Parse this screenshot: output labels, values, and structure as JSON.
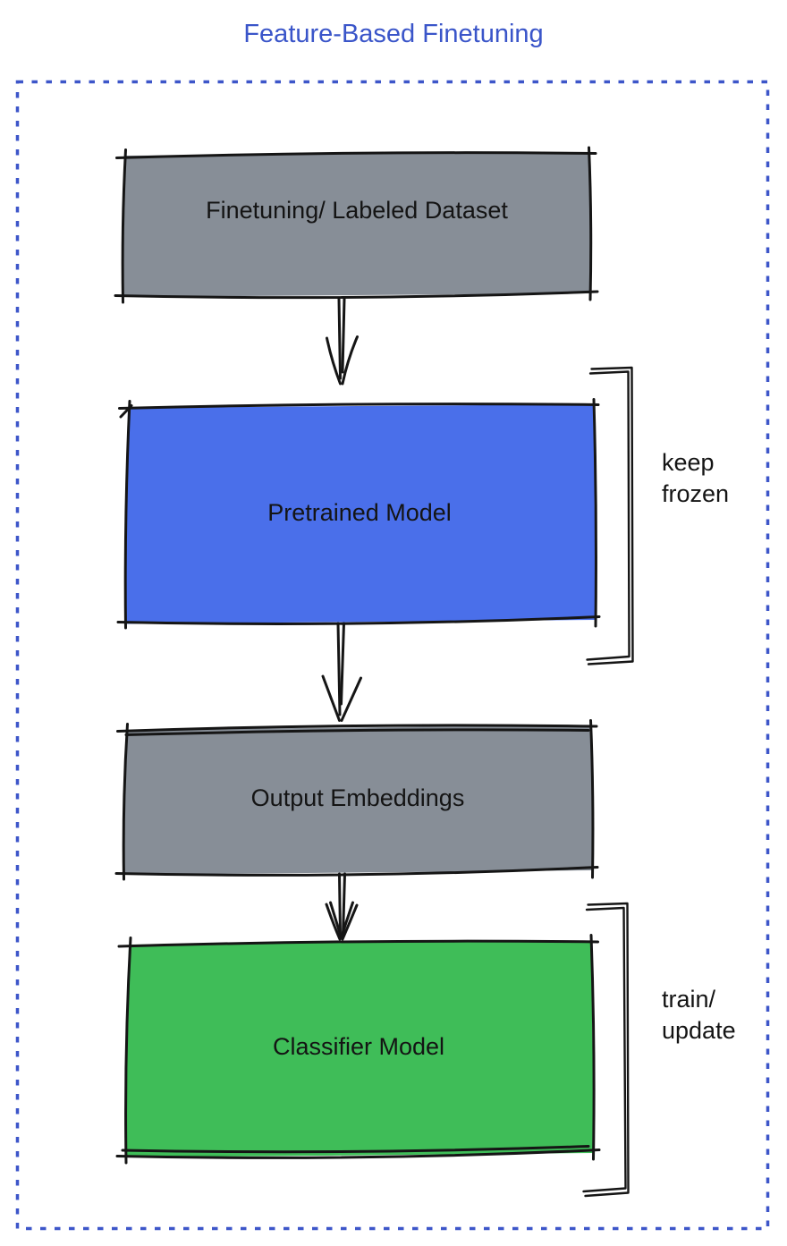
{
  "title": "Feature-Based Finetuning",
  "colors": {
    "title_blue": "#3A55C9",
    "frame_blue": "#3D56C9",
    "box_gray": "#878E97",
    "box_blue": "#4A6FEA",
    "box_green": "#3FBD58",
    "ink_black": "#151515"
  },
  "nodes": [
    {
      "label": "Finetuning/ Labeled Dataset"
    },
    {
      "label": "Pretrained Model"
    },
    {
      "label": "Output Embeddings"
    },
    {
      "label": "Classifier Model"
    }
  ],
  "annotations": [
    {
      "lines": [
        "keep",
        "frozen"
      ]
    },
    {
      "lines": [
        "train/",
        "update"
      ]
    }
  ]
}
